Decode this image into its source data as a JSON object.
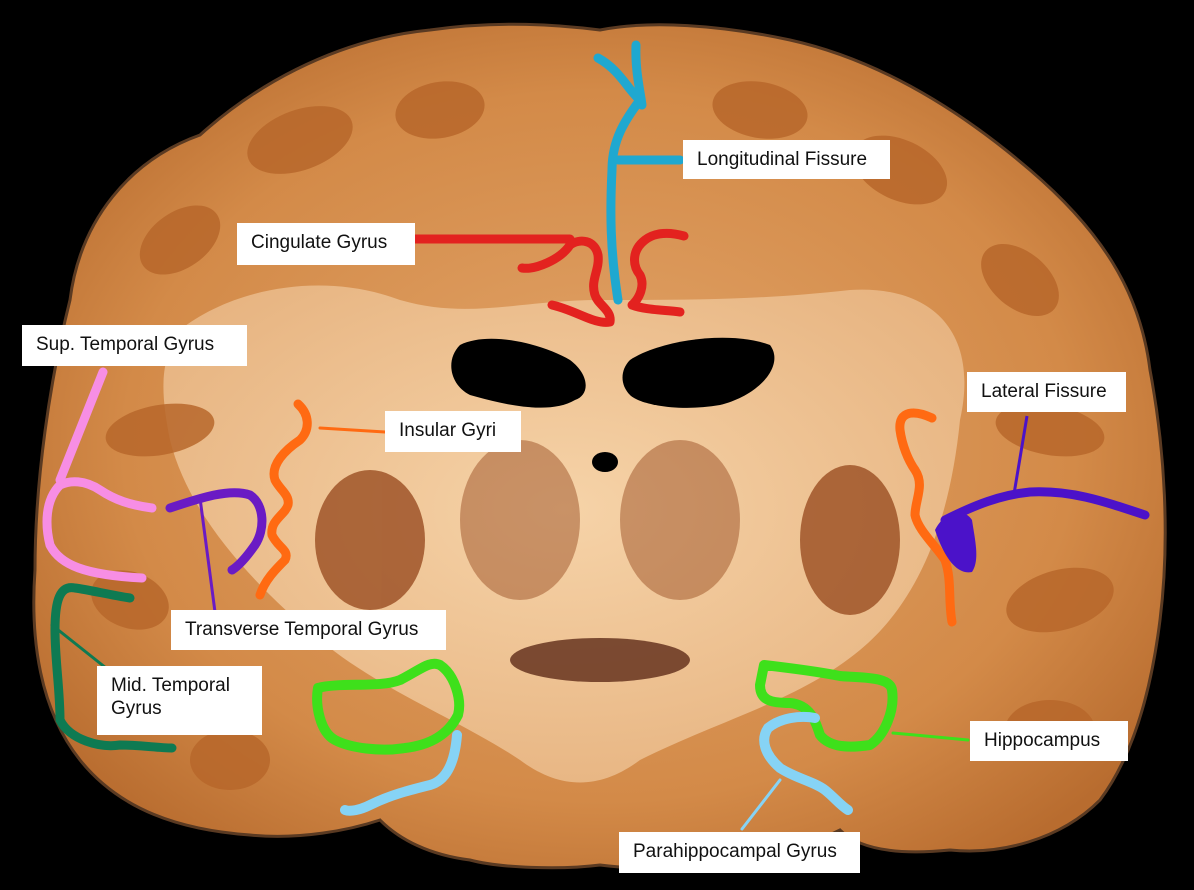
{
  "labels": {
    "longitudinal_fissure": "Longitudinal Fissure",
    "cingulate_gyrus": "Cingulate Gyrus",
    "sup_temporal_gyrus": "Sup. Temporal Gyrus",
    "insular_gyri": "Insular Gyri",
    "lateral_fissure": "Lateral Fissure",
    "transverse_temporal_gyrus": "Transverse Temporal Gyrus",
    "mid_temporal_gyrus_line1": "Mid. Temporal",
    "mid_temporal_gyrus_line2": "Gyrus",
    "hippocampus": "Hippocampus",
    "parahippocampal_gyrus": "Parahippocampal Gyrus"
  },
  "colors": {
    "background": "#000000",
    "tissue": "#d69257",
    "white_matter": "#f0c595",
    "gray_matter": "#b8672b",
    "deep_nuclei": "#9a4d22",
    "longitudinal_fissure": "#1fa8d0",
    "cingulate_gyrus": "#e3221f",
    "sup_temporal_gyrus": "#f78ee4",
    "insular_gyri": "#ff6a12",
    "lateral_fissure": "#4b12c9",
    "transverse_temporal_gyrus": "#6a1bc4",
    "mid_temporal_gyrus": "#0e7a52",
    "hippocampus": "#3ee01b",
    "parahippocampal_gyrus": "#86d3f5"
  }
}
